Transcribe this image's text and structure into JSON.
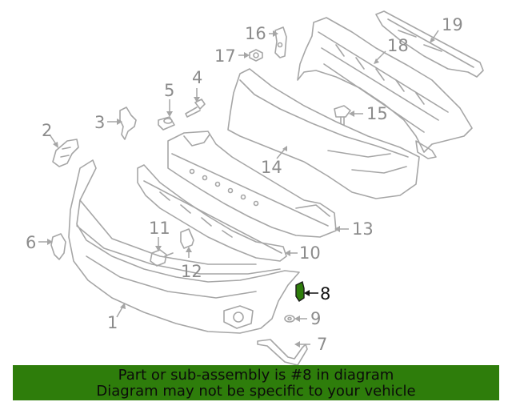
{
  "diagram": {
    "callouts": [
      "1",
      "2",
      "3",
      "4",
      "5",
      "6",
      "7",
      "8",
      "9",
      "10",
      "11",
      "12",
      "13",
      "14",
      "15",
      "16",
      "17",
      "18",
      "19"
    ],
    "highlighted_callout": "8",
    "highlight_color": "#2e7d0b"
  },
  "banner": {
    "line1": "Part or sub-assembly is #8 in diagram",
    "line2": "Diagram may not be specific to your vehicle",
    "background": "#2e7d0b"
  }
}
